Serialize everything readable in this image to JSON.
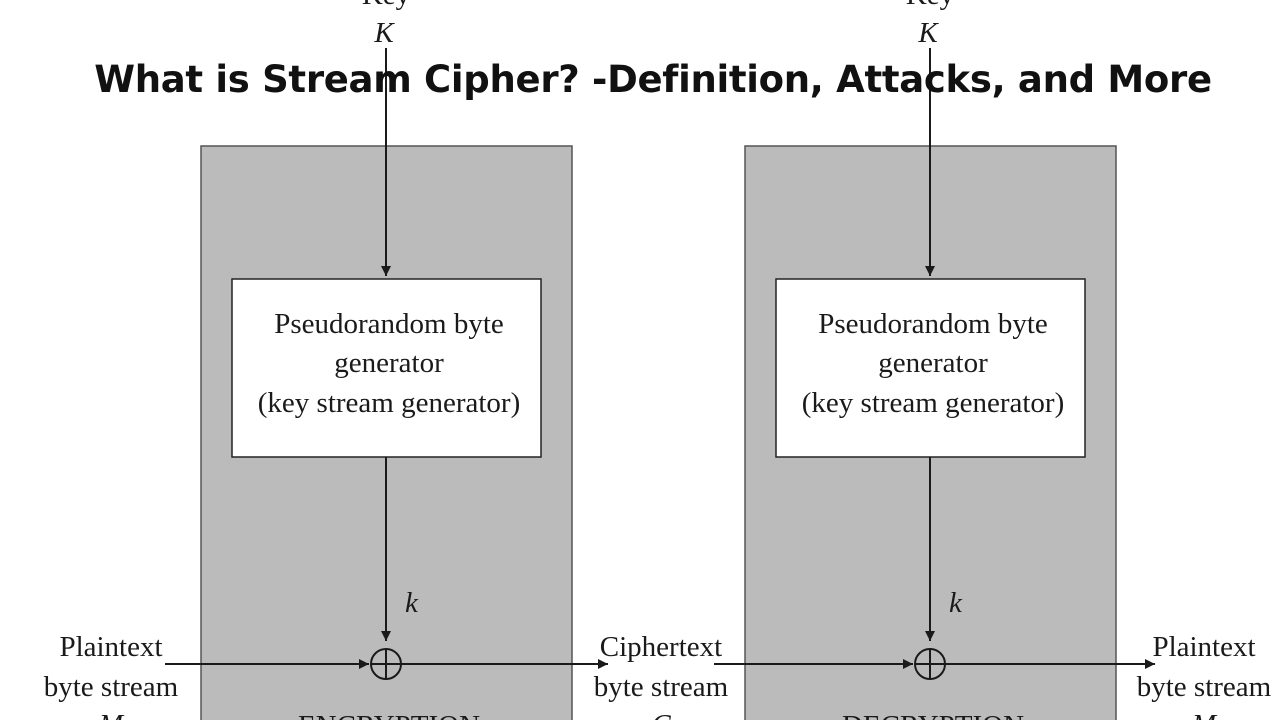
{
  "title": "What is Stream Cipher? -Definition, Attacks, and More",
  "colors": {
    "panel_fill": "#bbbbbb",
    "box_fill": "#ffffff",
    "line": "#1a1a1a",
    "title_text": "#111111"
  },
  "diagram": {
    "encryption": {
      "key_label_partial": "Key",
      "key_symbol": "K",
      "generator_lines": [
        "Pseudorandom byte",
        "generator",
        "(key stream generator)"
      ],
      "keystream_symbol": "k",
      "input_lines": [
        "Plaintext",
        "byte stream",
        "M"
      ],
      "footer_partial": "ENCRYPTION"
    },
    "middle": {
      "lines": [
        "Ciphertext",
        "byte stream",
        "C"
      ]
    },
    "decryption": {
      "key_label_partial": "Key",
      "key_symbol": "K",
      "generator_lines": [
        "Pseudorandom byte",
        "generator",
        "(key stream generator)"
      ],
      "keystream_symbol": "k",
      "output_lines": [
        "Plaintext",
        "byte stream",
        "M"
      ],
      "footer_partial": "DECRYPTION"
    }
  }
}
